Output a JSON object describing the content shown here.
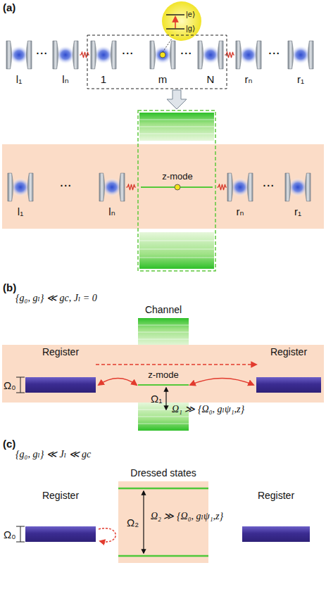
{
  "diagram": {
    "nodes": [
      {
        "text": [
          "Channel"
        ]
      },
      {
        "text": [
          "Register"
        ]
      },
      {
        "text": [
          "Register"
        ]
      },
      {
        "text": [
          "Dressed states"
        ]
      },
      {
        "text": [
          "Register"
        ]
      },
      {
        "text": [
          "Register"
        ]
      }
    ],
    "edges": [
      {
        "from": 1,
        "to": 2,
        "arrow": "to"
      }
    ],
    "labels": [
      "(a)",
      "l₁",
      "···",
      "lₙ",
      "1",
      "···",
      "m",
      "···",
      "N",
      "rₙ",
      "···",
      "r₁",
      "|e⟩",
      "|g⟩",
      "l₁",
      "···",
      "lₙ",
      "z-mode",
      "rₙ",
      "···",
      "r₁",
      "(b)",
      "{g₀, gₗ} ≪ gc, Jₗ = 0",
      "z-mode",
      "Ω₀",
      "Ω₁",
      "Ω₁ ≫ {Ω₀, gₗψ₁,z}",
      "(c)",
      "{g₀, gₗ} ≪ Jₗ ≪ gc",
      "Ω₀",
      "Ω₂",
      "Ω₂ ≫ {Ω₀, gₗψ₁,z}"
    ]
  }
}
